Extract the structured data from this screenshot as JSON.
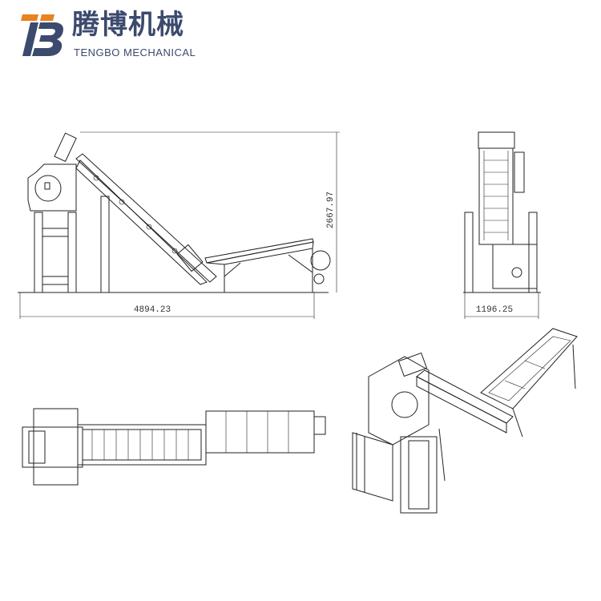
{
  "logo": {
    "chinese_name": "腾博机械",
    "english_name": "TENGBO MECHANICAL",
    "monogram": "TB",
    "colors": {
      "orange": "#e9821f",
      "navy": "#3c4a6e"
    }
  },
  "dimensions": {
    "side_height": "2667.97",
    "side_length": "4894.23",
    "front_width": "1196.25"
  }
}
